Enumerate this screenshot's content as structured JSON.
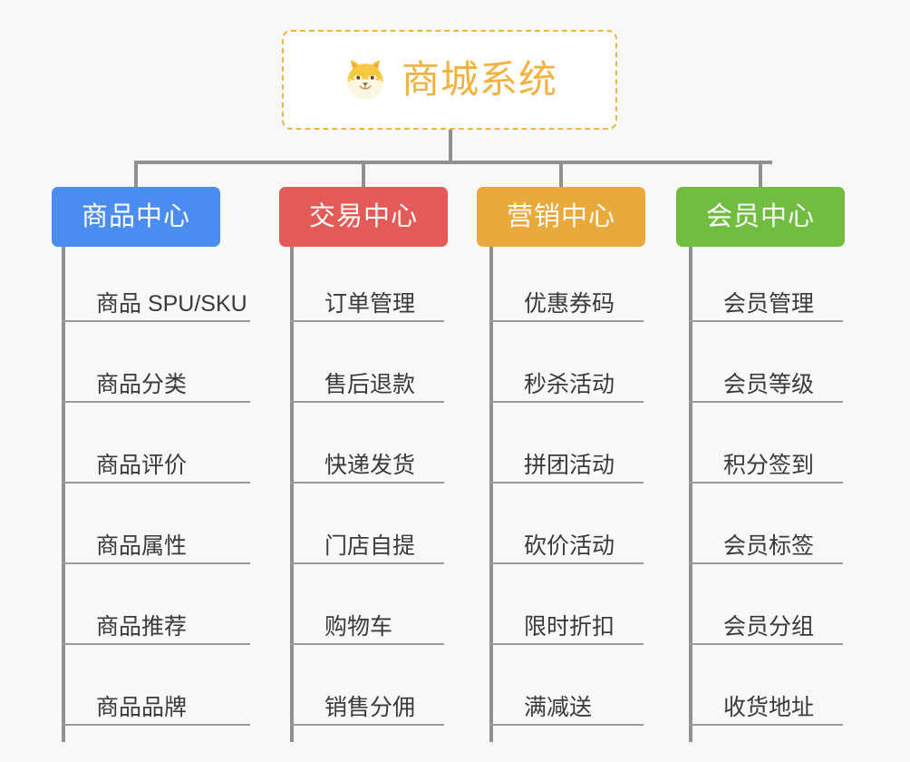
{
  "diagram": {
    "title": "商城系统",
    "background_color": "#f8f8f8",
    "root": {
      "label": "商城系统",
      "icon": "shiba-dog-face-emoji",
      "text_color": "#f3b13f",
      "border_color": "#f0b445",
      "fill_color": "#ffffff"
    },
    "connector_color": "#909090",
    "leaf_rule_color": "#9a9a9a",
    "leaf_text_color": "#3a3a3a",
    "columns": [
      {
        "label": "商品中心",
        "color": "#4a8cf0",
        "items": [
          "商品 SPU/SKU",
          "商品分类",
          "商品评价",
          "商品属性",
          "商品推荐",
          "商品品牌"
        ]
      },
      {
        "label": "交易中心",
        "color": "#e35a57",
        "items": [
          "订单管理",
          "售后退款",
          "快递发货",
          "门店自提",
          "购物车",
          "销售分佣"
        ]
      },
      {
        "label": "营销中心",
        "color": "#eaa93c",
        "items": [
          "优惠券码",
          "秒杀活动",
          "拼团活动",
          "砍价活动",
          "限时折扣",
          "满减送"
        ]
      },
      {
        "label": "会员中心",
        "color": "#70bd41",
        "items": [
          "会员管理",
          "会员等级",
          "积分签到",
          "会员标签",
          "会员分组",
          "收货地址"
        ]
      }
    ]
  }
}
